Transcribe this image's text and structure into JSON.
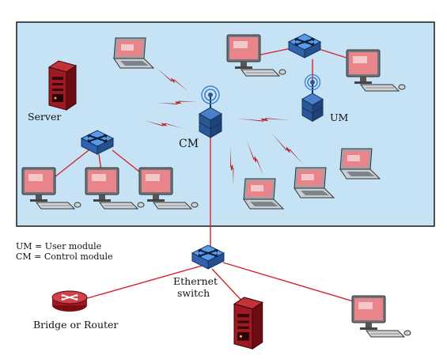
{
  "labels": {
    "server": "Server",
    "cm": "CM",
    "um": "UM",
    "ethernet_switch_line1": "Ethernet",
    "ethernet_switch_line2": "switch",
    "bridge_or_router": "Bridge or Router",
    "legend_um": "UM = User module",
    "legend_cm": "CM = Control module"
  },
  "colors": {
    "lan_background": "#c5e3f5",
    "link_red": "#d6222f",
    "wireless_red": "#b61e28",
    "switch_blue": "#3e7bd0",
    "server_red": "#8a141c"
  }
}
